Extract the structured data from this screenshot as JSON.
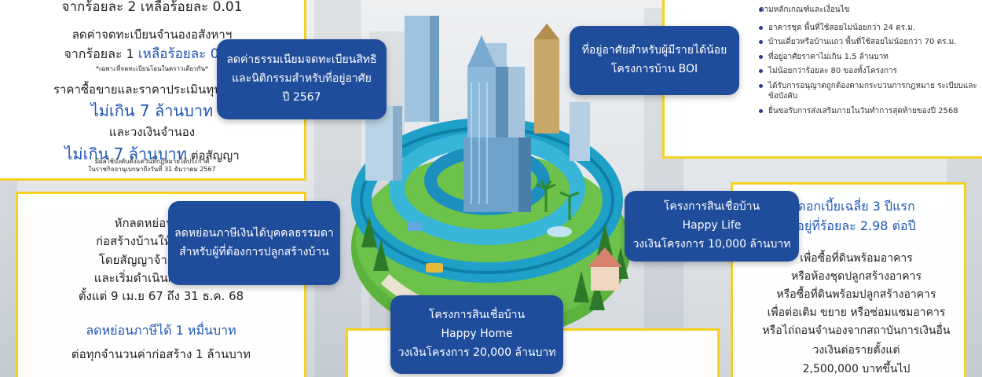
{
  "left_top_panel": {
    "line_cut": "จากร้อยละ 2 เหลือร้อยละ 0.01",
    "mortgage_line1": "ลดค่าจดทะเบียนจำนองอสังหาฯ",
    "mortgage_line2_prefix": "จากร้อยละ 1 ",
    "mortgage_line2_highlight": "เหลือร้อยละ 0.01",
    "mortgage_note": "*เฉพาะที่จดทะเบียนโอนในคราวเดียวกัน*",
    "price_line": "ราคาซื้อขายและราคาประเมินทุนทรัพย์",
    "price_highlight": "ไม่เกิน 7 ล้านบาท",
    "loan_line": "และวงเงินจำนอง",
    "loan_highlight": "ไม่เกิน 7 ล้านบาท",
    "loan_suffix": " ต่อสัญญา",
    "effective_note1": "มีผลใช้บังคับตั้งแต่วันที่กฎหมายได้ประกาศ",
    "effective_note2": "ในราชกิจจานุเบกษาถึงวันที่ 31 ธันวาคม 2567"
  },
  "left_bottom_panel": {
    "line1": "หักลดหย่อนค่าจ้าง",
    "line2": "ก่อสร้างบ้านให้แก่ผู้รับจ้าง",
    "line3": "โดยสัญญาจ้างกระทำขึ้น",
    "line4": "และเริ่มดำเนินการก่อสร้าง",
    "line5": "ตั้งแต่ 9 เม.ย 67 ถึง 31 ธ.ค. 68",
    "highlight": "ลดหย่อนภาษีได้ 1 หมื่นบาท",
    "line6": "ต่อทุกจำนวนค่าก่อสร้าง 1 ล้านบาท"
  },
  "right_top_panel": {
    "heading": "ตามหลักเกณฑ์และเงื่อนไข",
    "bullets": [
      "อาคารชุด พื้นที่ใช้สอยไม่น้อยกว่า 24 ตร.ม.",
      "บ้านเดี่ยวหรือบ้านแถว พื้นที่ใช้สอยไม่น้อยกว่า 70 ตร.ม.",
      "ที่อยู่อาศัยราคาไม่เกิน 1.5 ล้านบาท",
      "ไม่น้อยกว่าร้อยละ 80 ของทั้งโครงการ",
      "ได้รับการอนุญาตถูกต้องตามกระบวนการกฎหมาย ระเบียบและข้อบังคับ",
      "ยื่นขอรับการส่งเสริมภายในวันทำการสุดท้ายของปี 2568"
    ]
  },
  "right_bottom_panel": {
    "rate_line1": "ดอกเบี้ยเฉลี่ย 3 ปีแรก",
    "rate_line2": "อยู่ที่ร้อยละ 2.98 ต่อปี",
    "purpose1": "เพื่อซื้อที่ดินพร้อมอาคาร",
    "purpose2": "หรือห้องชุดปลูกสร้างอาคาร",
    "purpose3": "หรือซื้อที่ดินพร้อมปลูกสร้างอาคาร",
    "purpose4": "เพื่อต่อเติม ขยาย หรือซ่อมแซมอาคาร",
    "purpose5": "หรือไถ่ถอนจำนองจากสถาบันการเงินอื่น",
    "limit_line1": "วงเงินต่อรายตั้งแต่",
    "limit_line2": "2,500,000 บาทขึ้นไป"
  },
  "blue_boxes": {
    "fee_reduction": [
      "ลดค่าธรรมเนียมจดทะเบียนสิทธิ",
      "และนิติกรรมสำหรับที่อยู่อาศัย",
      "ปี 2567"
    ],
    "boi": [
      "ที่อยู่อาศัยสำหรับผู้มีรายได้น้อย",
      "โครงการบ้าน BOI"
    ],
    "tax_deduction": [
      "ลดหย่อนภาษีเงินได้บุคคลธรรมดา",
      "สำหรับผู้ที่ต้องการปลูกสร้างบ้าน"
    ],
    "happy_life": [
      "โครงการสินเชื่อบ้าน",
      "Happy Life",
      "วงเงินโครงการ 10,000 ล้านบาท"
    ],
    "happy_home": [
      "โครงการสินเชื่อบ้าน",
      "Happy Home",
      "วงเงินโครงการ 20,000 ล้านบาท"
    ]
  },
  "colors": {
    "accent_blue": "#1f4d9c",
    "highlight_blue": "#1f56b8",
    "panel_border": "#f4d21f",
    "ring_teal": "#1fa0c8",
    "grass": "#6cc24a"
  },
  "icons": [
    "city-illustration-icon"
  ]
}
